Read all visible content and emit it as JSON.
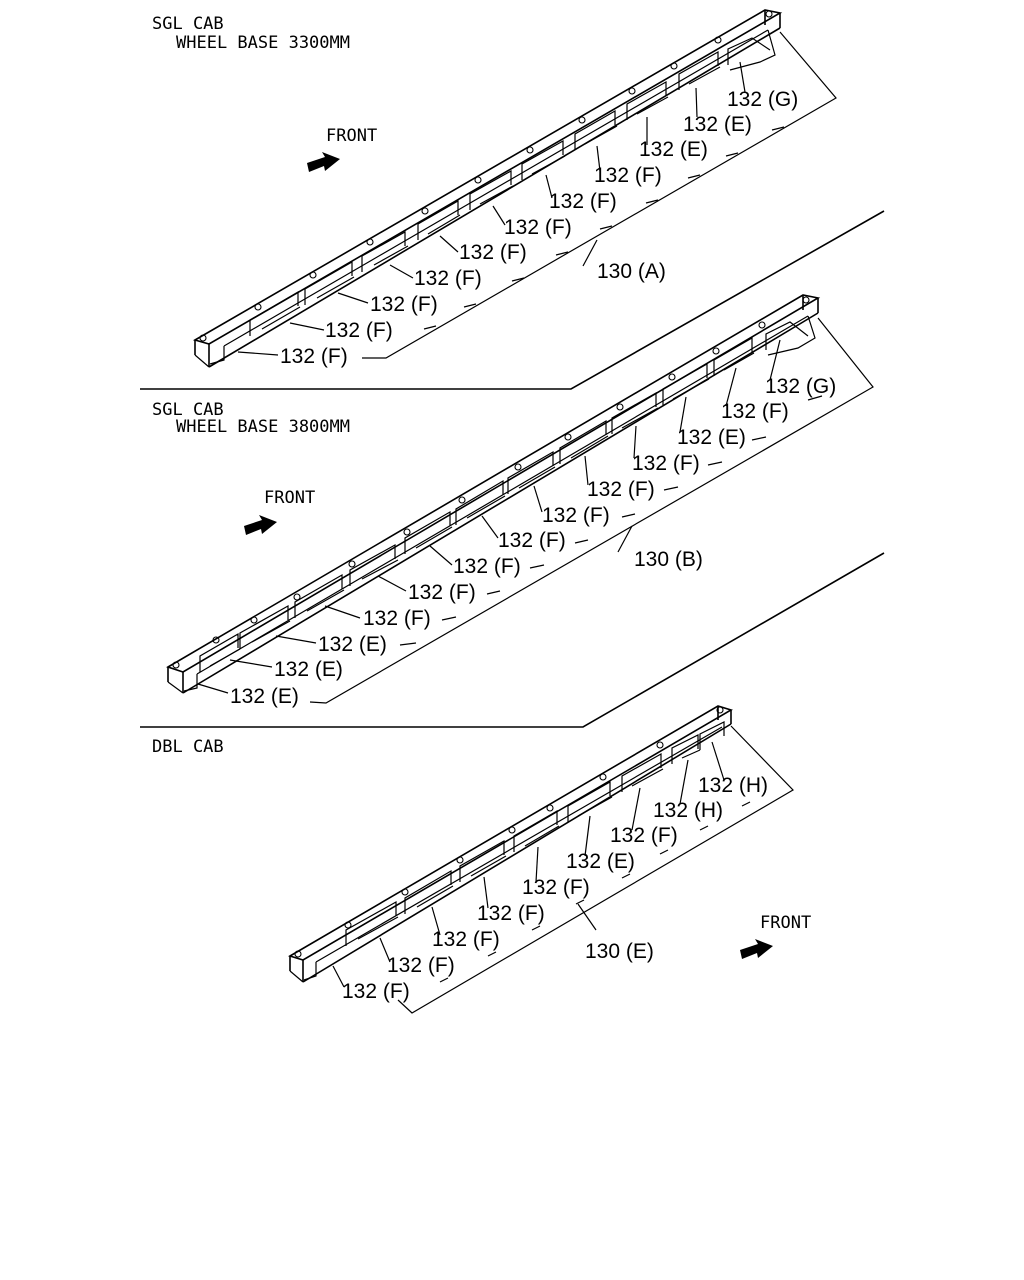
{
  "sections": [
    {
      "title": "SGL CAB",
      "subtitle": "WHEEL BASE 3300MM",
      "front_label": "FRONT",
      "main_callout": "130 (A)",
      "callouts": [
        "132 (F)",
        "132 (F)",
        "132 (F)",
        "132 (F)",
        "132 (F)",
        "132 (F)",
        "132 (F)",
        "132 (F)",
        "132 (E)",
        "132 (E)",
        "132 (G)"
      ]
    },
    {
      "title": "SGL CAB",
      "subtitle": "WHEEL BASE 3800MM",
      "front_label": "FRONT",
      "main_callout": "130 (B)",
      "callouts": [
        "132 (E)",
        "132 (E)",
        "132 (E)",
        "132 (F)",
        "132 (F)",
        "132 (F)",
        "132 (F)",
        "132 (F)",
        "132 (F)",
        "132 (F)",
        "132 (E)",
        "132 (F)",
        "132 (G)"
      ]
    },
    {
      "title": "DBL CAB",
      "subtitle": "",
      "front_label": "FRONT",
      "main_callout": "130 (E)",
      "callouts": [
        "132 (F)",
        "132 (F)",
        "132 (F)",
        "132 (F)",
        "132 (F)",
        "132 (E)",
        "132 (F)",
        "132 (H)",
        "132 (H)"
      ]
    }
  ]
}
